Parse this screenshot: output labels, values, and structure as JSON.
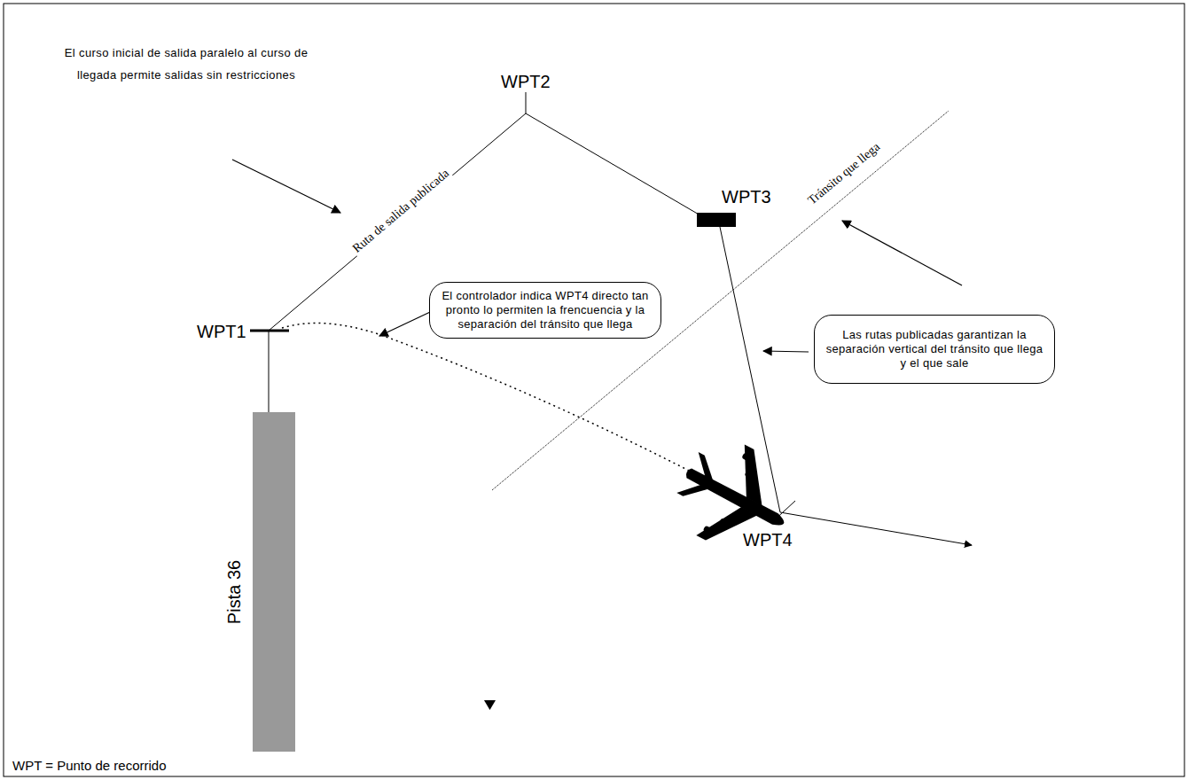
{
  "diagram": {
    "nodes": [
      {
        "text": [
          "El controlador indica WPT4 directo tan pronto lo permiten la frencuencia y la separación del tránsito que llega"
        ]
      },
      {
        "text": [
          "Las rutas publicadas garantizan la separación vertical del tránsito que llega y el que sale"
        ]
      }
    ],
    "labels": [
      "El curso inicial de salida paralelo al curso de llegada permite salidas sin restricciones",
      "WPT2",
      "Ruta de salida publicada",
      "WPT3",
      "Tránsito que llega",
      "WPT1",
      "WPT4",
      "Pista 36",
      "WPT = Punto de recorrido"
    ]
  }
}
